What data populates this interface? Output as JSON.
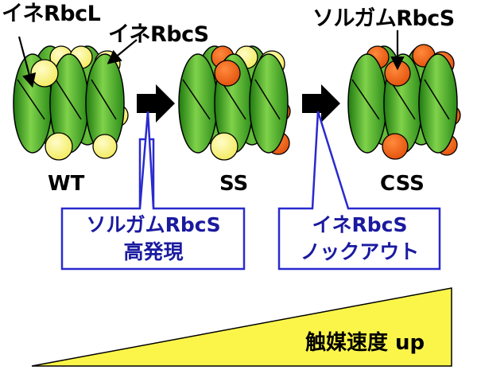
{
  "labels": {
    "ine_rbcl": "イネRbcL",
    "ine_rbcs": "イネRbcS",
    "sorghum_rbcs": "ソルガムRbcS",
    "wt": "WT",
    "ss": "SS",
    "css": "CSS"
  },
  "boxes": {
    "left_line1": "ソルガムRbcS",
    "left_line2": "高発現",
    "right_line1": "イネRbcS",
    "right_line2": "ノックアウト"
  },
  "rate_label": "触媒速度 up",
  "colors": {
    "large_subunit": "#4fb62f",
    "rice_small_subunit": "#f7f27a",
    "sorghum_small_subunit": "#f05b0f",
    "callout_border": "#2a2acf",
    "wedge": "#fbf54a"
  }
}
